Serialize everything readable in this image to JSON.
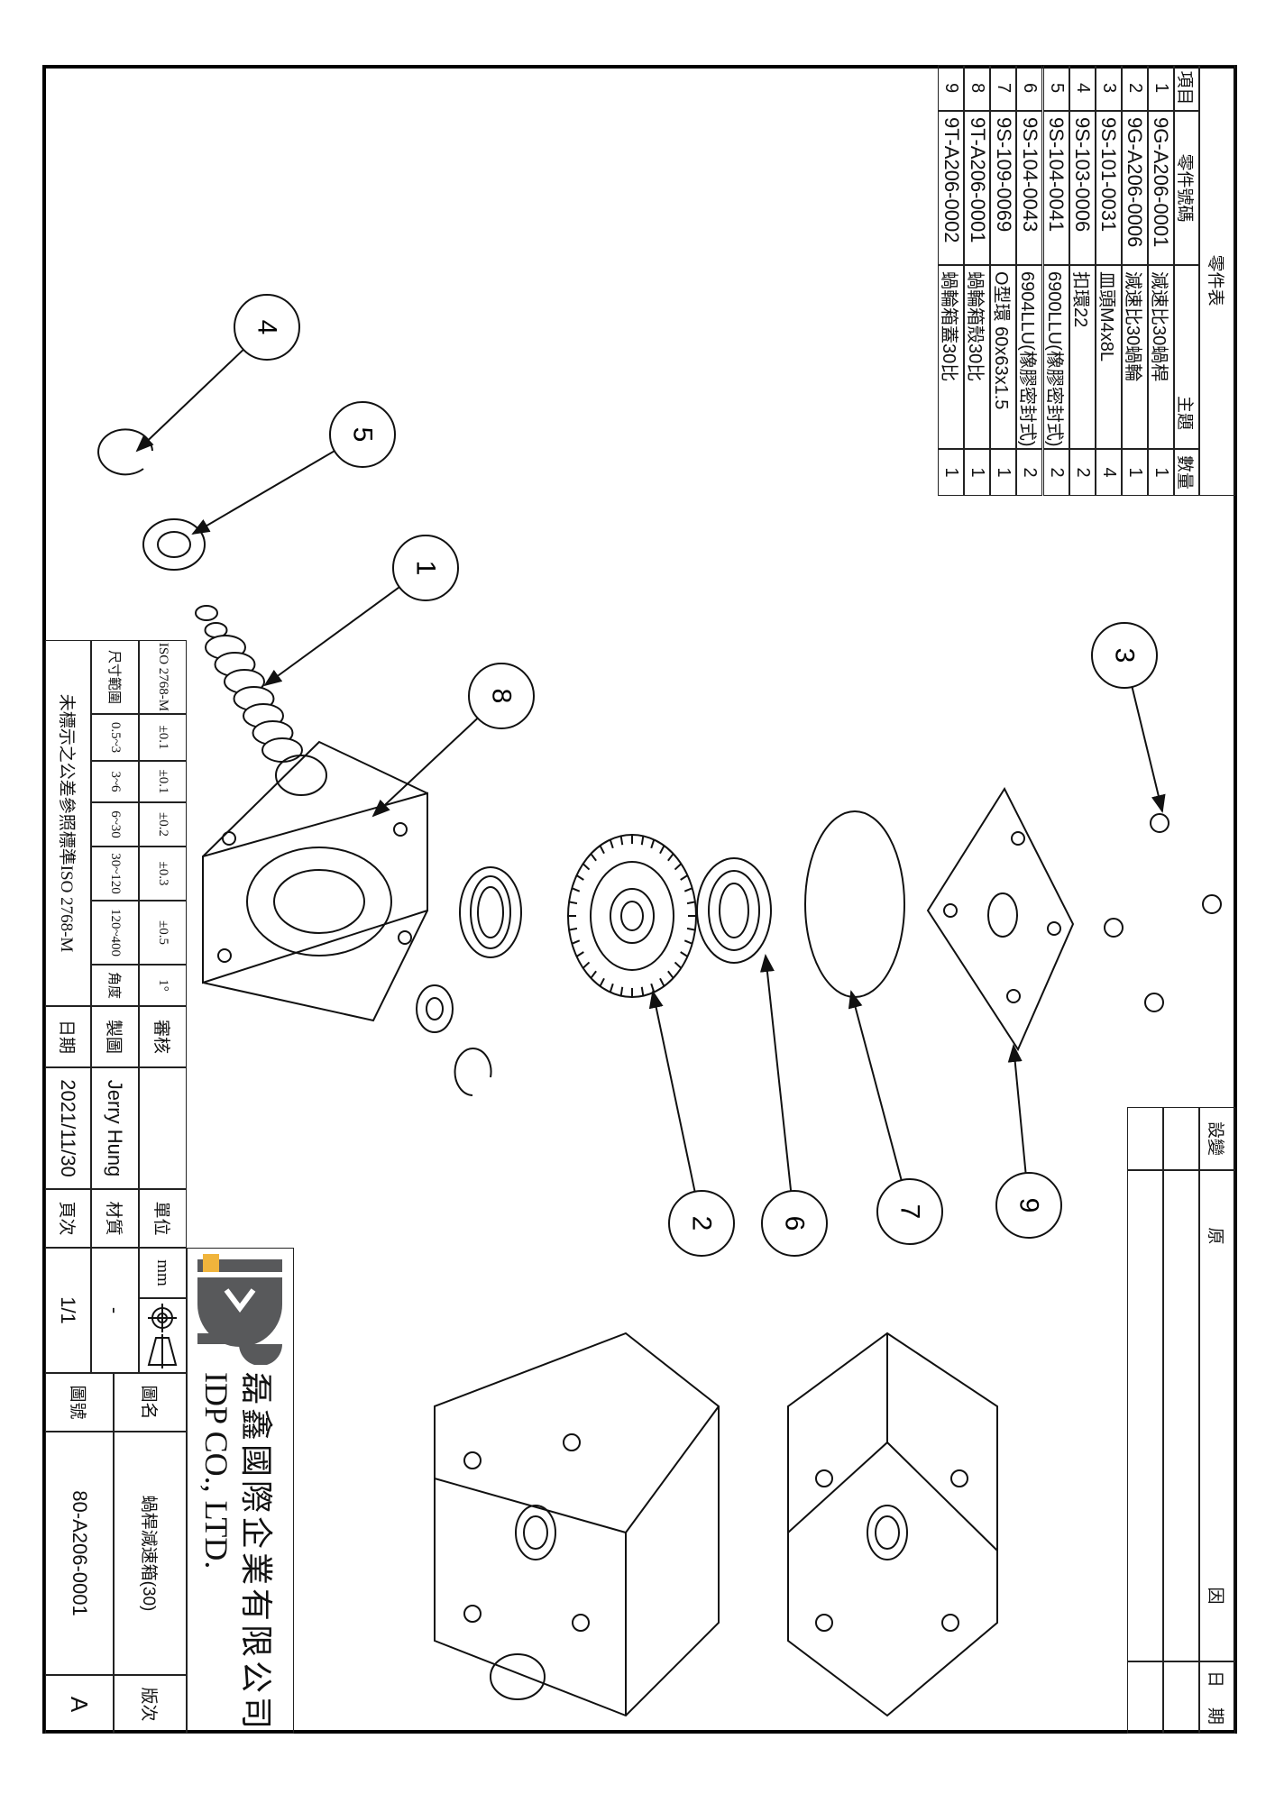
{
  "parts_table": {
    "title": "零件表",
    "headers": {
      "item": "項目",
      "part_no": "零件號碼",
      "name": "主題",
      "qty": "數量"
    },
    "rows": [
      {
        "item": "1",
        "part_no": "9G-A206-0001",
        "name": "減速比30蝸桿",
        "qty": "1"
      },
      {
        "item": "2",
        "part_no": "9G-A206-0006",
        "name": "減速比30蝸輪",
        "qty": "1"
      },
      {
        "item": "3",
        "part_no": "9S-101-0031",
        "name": "皿頭M4x8L",
        "qty": "4"
      },
      {
        "item": "4",
        "part_no": "9S-103-0006",
        "name": "扣環22",
        "qty": "2"
      },
      {
        "item": "5",
        "part_no": "9S-104-0041",
        "name": "6900LLU(橡膠密封式)",
        "qty": "2"
      },
      {
        "item": "6",
        "part_no": "9S-104-0043",
        "name": "6904LLU(橡膠密封式)",
        "qty": "2"
      },
      {
        "item": "7",
        "part_no": "9S-109-0069",
        "name": "O型環 60x63x1.5",
        "qty": "1"
      },
      {
        "item": "8",
        "part_no": "9T-A206-0001",
        "name": "蝸輪箱殼30比",
        "qty": "1"
      },
      {
        "item": "9",
        "part_no": "9T-A206-0002",
        "name": "蝸輪箱蓋30比",
        "qty": "1"
      }
    ]
  },
  "revision": {
    "rev": "設變",
    "reason": "原因",
    "date": "日期"
  },
  "tolerance": {
    "standard": "ISO 2768-M",
    "tols": [
      "±0.1",
      "±0.1",
      "±0.2",
      "±0.3",
      "±0.5",
      "1°"
    ],
    "range_label": "尺寸範圍",
    "ranges": [
      "0.5~3",
      "3~6",
      "6~30",
      "30~120",
      "120~400",
      "角度"
    ],
    "note": "未標示之公差參照標準ISO 2768-M"
  },
  "title_block": {
    "check_label": "審核",
    "drawn_label": "製圖",
    "drawn_by": "Jerry Hung",
    "date_label": "日期",
    "date": "2021/11/30",
    "unit_label": "單位",
    "unit": "mm",
    "material_label": "材質",
    "material": "-",
    "page_label": "頁次",
    "page": "1/1",
    "name_label": "圖名",
    "name": "蝸桿減速箱(30)",
    "number_label": "圖號",
    "number": "80-A206-0001",
    "rev_label": "版次",
    "rev": "A"
  },
  "company": {
    "name_zh": "磊鑫國際企業有限公司",
    "name_en": "IDP CO., LTD.",
    "logo_text": "IDP",
    "colors": {
      "gray": "#58595b",
      "yellow": "#f0b43c"
    }
  },
  "balloons": [
    "1",
    "2",
    "3",
    "4",
    "5",
    "6",
    "7",
    "8",
    "9"
  ]
}
